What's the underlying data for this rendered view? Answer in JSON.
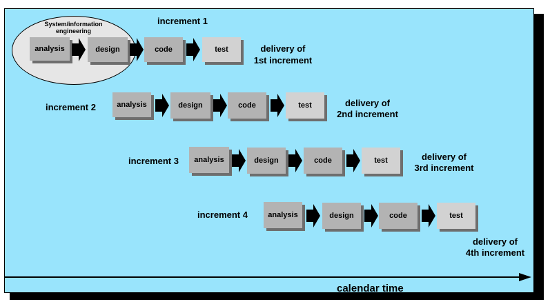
{
  "ellipse_label": "System/information engineering",
  "increments": [
    {
      "label": "increment 1",
      "steps": [
        "analysis",
        "design",
        "code",
        "test"
      ],
      "delivery": [
        "delivery of",
        "1st increment"
      ]
    },
    {
      "label": "increment 2",
      "steps": [
        "analysis",
        "design",
        "code",
        "test"
      ],
      "delivery": [
        "delivery of",
        "2nd increment"
      ]
    },
    {
      "label": "increment 3",
      "steps": [
        "analysis",
        "design",
        "code",
        "test"
      ],
      "delivery": [
        "delivery of",
        "3rd increment"
      ]
    },
    {
      "label": "increment 4",
      "steps": [
        "analysis",
        "design",
        "code",
        "test"
      ],
      "delivery": [
        "delivery of",
        "4th increment"
      ]
    }
  ],
  "axis_label": "calendar time",
  "colors": {
    "background": "#99e4fc",
    "box": "#b3b3b3",
    "test_box": "#d2d2d2",
    "ellipse": "#e6e6e6"
  }
}
